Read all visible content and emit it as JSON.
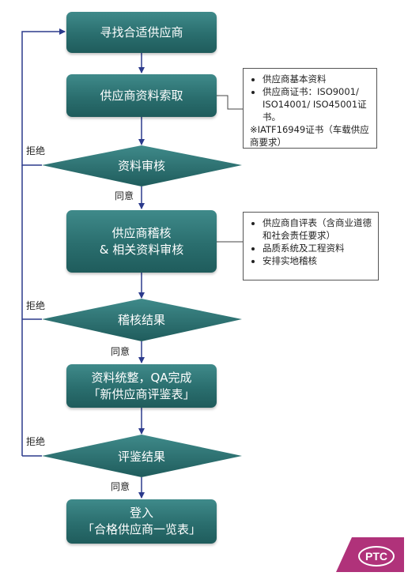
{
  "diagram": {
    "steps": {
      "find": "寻找合适供应商",
      "request": "供应商资料索取",
      "audit_line1": "供应商稽核",
      "audit_line2": "& 相关资料审核",
      "compile_line1": "资料统整，QA完成",
      "compile_line2": "「新供应商评鉴表」",
      "register_line1": "登入",
      "register_line2": "「合格供应商一览表」"
    },
    "decisions": {
      "review": "资料审核",
      "audit_result": "稽核结果",
      "eval_result": "评鉴结果"
    },
    "edges": {
      "agree": "同意",
      "reject": "拒绝"
    },
    "notes": {
      "request_items": [
        "供应商基本资料",
        "供应商证书：ISO9001/ ISO14001/ ISO45001证书。"
      ],
      "request_extra": "※IATF16949证书（车载供应商要求）",
      "audit_items": [
        "供应商自评表（含商业道德和社会责任要求）",
        "品质系统及工程资料",
        "安排实地稽核"
      ]
    },
    "logo_text": "PTC",
    "colors": {
      "node": "#2a6e6e",
      "line": "#2b3a8c",
      "logo": "#b0327a"
    }
  }
}
